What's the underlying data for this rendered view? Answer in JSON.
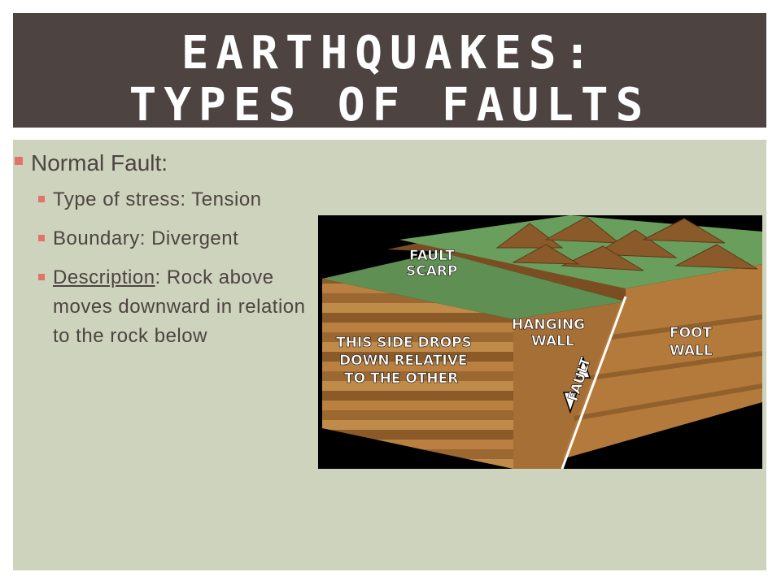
{
  "slide": {
    "title_line1": "EARTHQUAKES:",
    "title_line2": "TYPES OF FAULTS",
    "heading": "Normal Fault:",
    "items": [
      {
        "label": "Type of stress:",
        "value": "Tension"
      },
      {
        "label": "Boundary:",
        "value": "Divergent"
      },
      {
        "label": "Description",
        "value": ": Rock above moves downward in relation to the rock below"
      }
    ],
    "accent_color": "#e0746a",
    "title_bg": "#4d4441",
    "panel_bg": "#cdd3bc"
  },
  "figure": {
    "labels": {
      "fault_scarp_1": "FAULT",
      "fault_scarp_2": "SCARP",
      "hanging_wall_1": "HANGING",
      "hanging_wall_2": "WALL",
      "foot_wall_1": "FOOT",
      "foot_wall_2": "WALL",
      "drops_1": "THIS SIDE DROPS",
      "drops_2": "DOWN RELATIVE",
      "drops_3": "TO THE OTHER",
      "fault": "FAULT"
    }
  }
}
